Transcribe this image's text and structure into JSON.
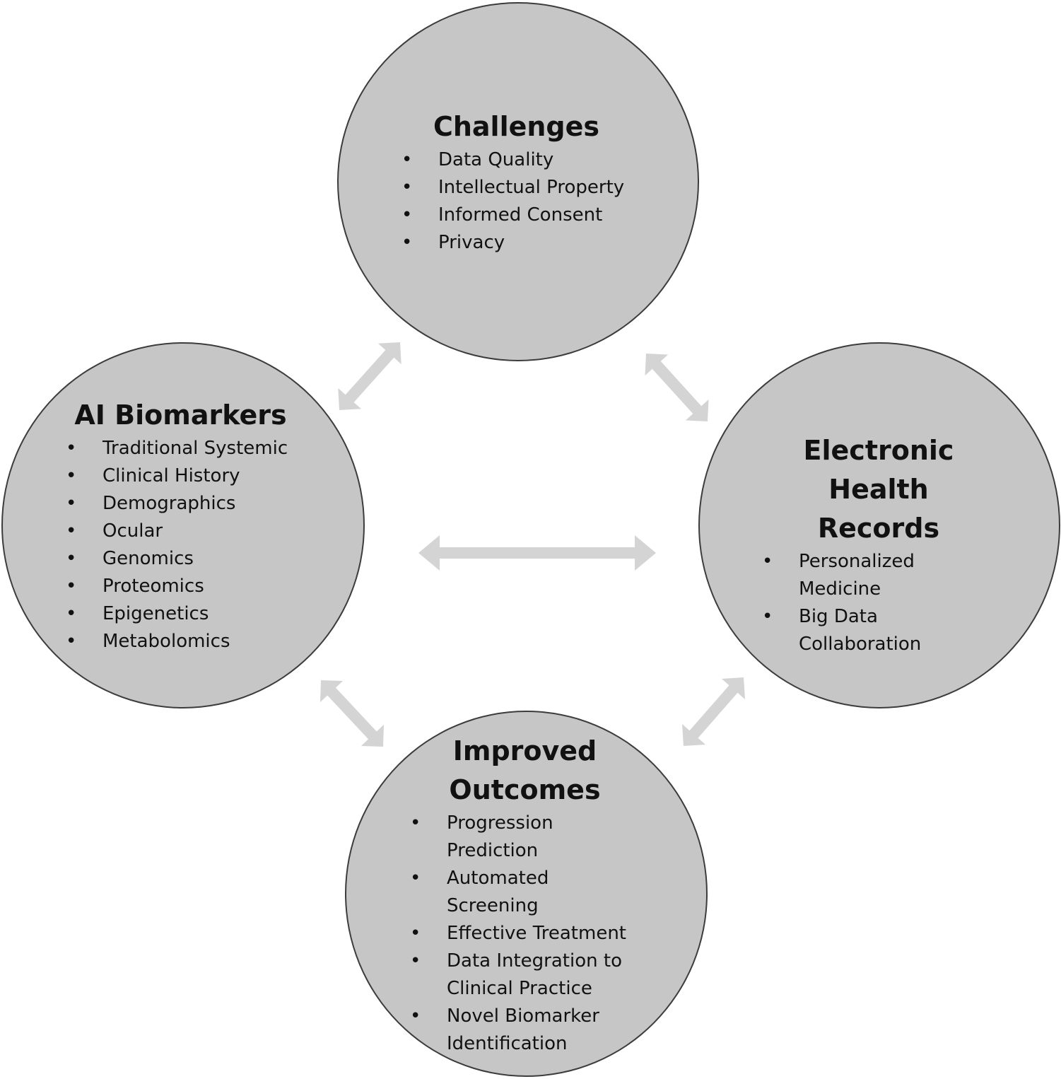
{
  "nodes": {
    "challenges": {
      "title": "Challenges",
      "items": [
        "Data Quality",
        "Intellectual Property",
        "Informed Consent",
        "Privacy"
      ]
    },
    "ai_biomarkers": {
      "title": "AI Biomarkers",
      "items": [
        "Traditional Systemic",
        "Clinical History",
        "Demographics",
        "Ocular",
        "Genomics",
        "Proteomics",
        "Epigenetics",
        "Metabolomics"
      ]
    },
    "ehr": {
      "title_line1": "Electronic Health",
      "title_line2": "Records",
      "items": [
        {
          "line1": "Personalized",
          "line2": "Medicine"
        },
        {
          "line1": "Big Data",
          "line2": "Collaboration"
        }
      ]
    },
    "improved_outcomes": {
      "title_line1": "Improved",
      "title_line2": "Outcomes",
      "items": [
        {
          "line1": "Progression",
          "line2": "Prediction"
        },
        {
          "line1": "Automated",
          "line2": "Screening"
        },
        {
          "line1": "Effective Treatment",
          "line2": ""
        },
        {
          "line1": "Data Integration to",
          "line2": "Clinical Practice"
        },
        {
          "line1": "Novel Biomarker",
          "line2": "Identification"
        }
      ]
    }
  },
  "connections": [
    {
      "from": "ai_biomarkers",
      "to": "challenges",
      "direction": "bidirectional"
    },
    {
      "from": "challenges",
      "to": "ehr",
      "direction": "bidirectional"
    },
    {
      "from": "ai_biomarkers",
      "to": "ehr",
      "direction": "bidirectional"
    },
    {
      "from": "ai_biomarkers",
      "to": "improved_outcomes",
      "direction": "bidirectional"
    },
    {
      "from": "ehr",
      "to": "improved_outcomes",
      "direction": "bidirectional"
    }
  ],
  "colors": {
    "circle_fill": "#c6c6c6",
    "circle_stroke": "#3c3c3c",
    "arrow_fill": "#d4d4d4",
    "text": "#111111"
  }
}
